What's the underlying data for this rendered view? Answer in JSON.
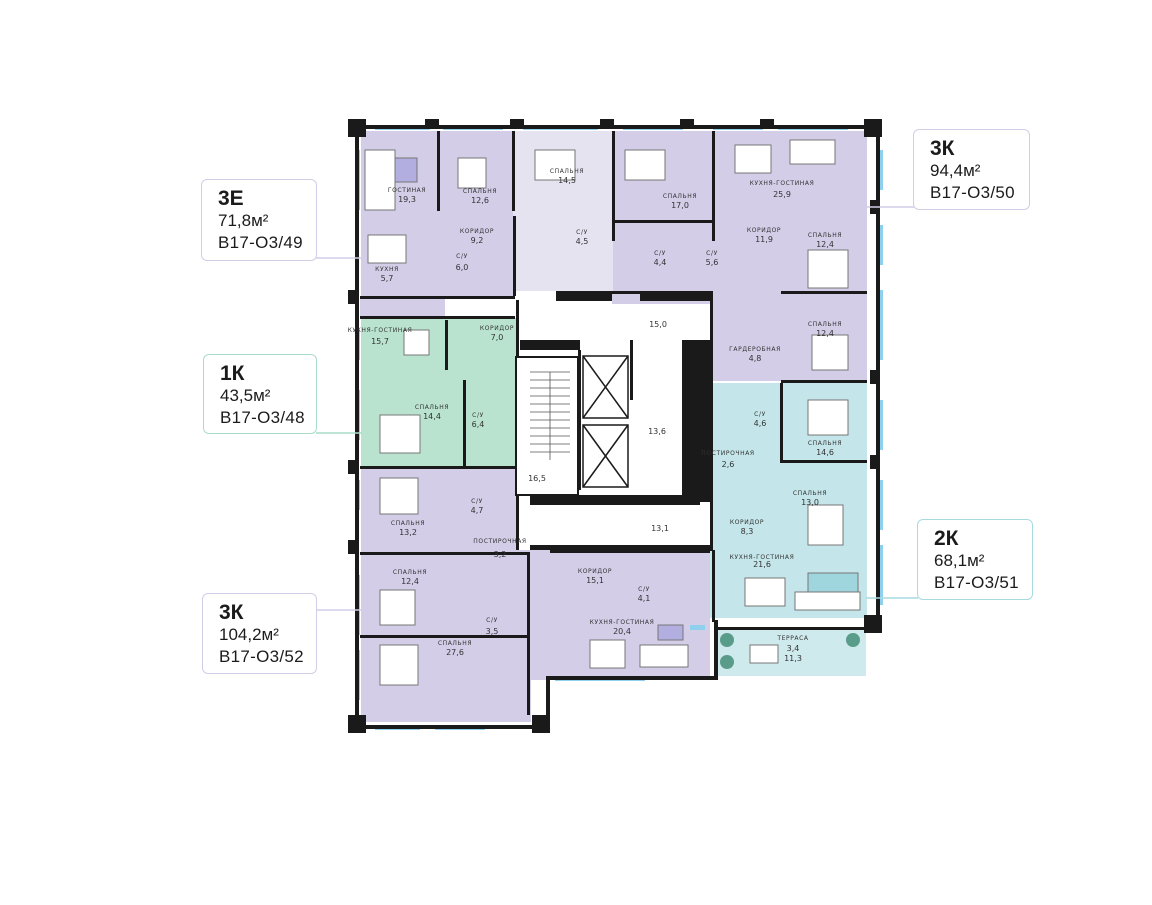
{
  "apartments": [
    {
      "id": "49",
      "type": "3Е",
      "area": "71,8м²",
      "number": "В17-О3/49",
      "accent": "#d3cde8"
    },
    {
      "id": "50",
      "type": "3К",
      "area": "94,4м²",
      "number": "В17-О3/50",
      "accent": "#d3cde8"
    },
    {
      "id": "48",
      "type": "1К",
      "area": "43,5м²",
      "number": "В17-О3/48",
      "accent": "#a9dcc7"
    },
    {
      "id": "51",
      "type": "2К",
      "area": "68,1м²",
      "number": "В17-О3/51",
      "accent": "#a6dbe0"
    },
    {
      "id": "52",
      "type": "3К",
      "area": "104,2м²",
      "number": "В17-О3/52",
      "accent": "#d3cde8"
    }
  ],
  "rooms": [
    {
      "name": "ГОСТИНАЯ",
      "area": "19,3"
    },
    {
      "name": "СПАЛЬНЯ",
      "area": "12,6"
    },
    {
      "name": "СПАЛЬНЯ",
      "area": "14,5"
    },
    {
      "name": "СПАЛЬНЯ",
      "area": "17,0"
    },
    {
      "name": "КУХНЯ-ГОСТИНАЯ",
      "area": "25,9"
    },
    {
      "name": "КОРИДОР",
      "area": "9,2"
    },
    {
      "name": "С/У",
      "area": "4,5"
    },
    {
      "name": "С/У",
      "area": "4,4"
    },
    {
      "name": "С/У",
      "area": "5,6"
    },
    {
      "name": "КОРИДОР",
      "area": "11,9"
    },
    {
      "name": "СПАЛЬНЯ",
      "area": "12,4"
    },
    {
      "name": "С/У",
      "area": "6,0"
    },
    {
      "name": "КУХНЯ",
      "area": "5,7"
    },
    {
      "name": "СПАЛЬНЯ",
      "area": "12,4"
    },
    {
      "name": "КУХНЯ-ГОСТИНАЯ",
      "area": "15,7"
    },
    {
      "name": "КОРИДОР",
      "area": "7,0"
    },
    {
      "name": "",
      "area": "15,0"
    },
    {
      "name": "ГАРДЕРОБНАЯ",
      "area": "4,8"
    },
    {
      "name": "СПАЛЬНЯ",
      "area": "14,4"
    },
    {
      "name": "С/У",
      "area": "6,4"
    },
    {
      "name": "",
      "area": "13,6"
    },
    {
      "name": "С/У",
      "area": "4,6"
    },
    {
      "name": "СПАЛЬНЯ",
      "area": "14,6"
    },
    {
      "name": "ПОСТИРОЧНАЯ",
      "area": "2,6"
    },
    {
      "name": "",
      "area": "16,5"
    },
    {
      "name": "С/У",
      "area": "4,7"
    },
    {
      "name": "СПАЛЬНЯ",
      "area": "13,0"
    },
    {
      "name": "СПАЛЬНЯ",
      "area": "13,2"
    },
    {
      "name": "",
      "area": "13,1"
    },
    {
      "name": "КОРИДОР",
      "area": "8,3"
    },
    {
      "name": "ПОСТИРОЧНАЯ",
      "area": "3,2"
    },
    {
      "name": "КУХНЯ-ГОСТИНАЯ",
      "area": "21,6"
    },
    {
      "name": "СПАЛЬНЯ",
      "area": "12,4"
    },
    {
      "name": "КОРИДОР",
      "area": "15,1"
    },
    {
      "name": "С/У",
      "area": "4,1"
    },
    {
      "name": "С/У",
      "area": "3,5"
    },
    {
      "name": "КУХНЯ-ГОСТИНАЯ",
      "area": "20,4"
    },
    {
      "name": "ТЕРРАСА",
      "area": "3,4"
    },
    {
      "name": "",
      "area": "11,3"
    },
    {
      "name": "СПАЛЬНЯ",
      "area": "27,6"
    }
  ],
  "colors": {
    "apartment_lavender": "#d3cde8",
    "apartment_green": "#b9e3cf",
    "apartment_teal": "#c4e6ea",
    "terrace": "#cfeaec",
    "window_glass": "#8fd0ee",
    "wall": "#1a1a1a"
  }
}
